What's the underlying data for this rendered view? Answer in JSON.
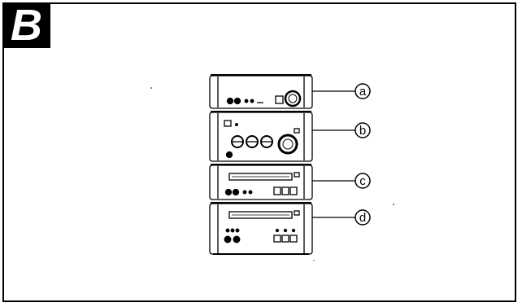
{
  "panel": {
    "label": "B"
  },
  "callouts": [
    {
      "id": "a",
      "label": "a"
    },
    {
      "id": "b",
      "label": "b"
    },
    {
      "id": "c",
      "label": "c"
    },
    {
      "id": "d",
      "label": "d"
    }
  ]
}
